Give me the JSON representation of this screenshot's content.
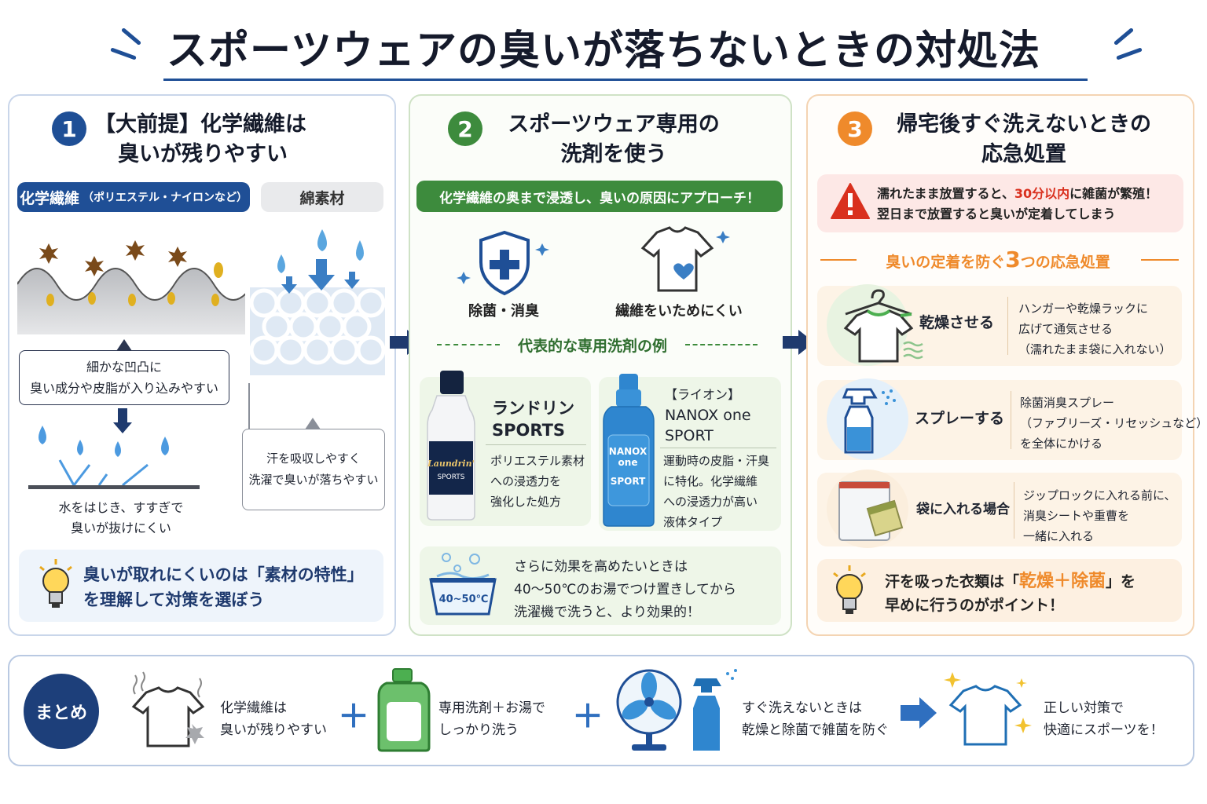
{
  "title": "スポーツウェアの臭いが落ちないときの対処法",
  "colors": {
    "blue": "#1f4f96",
    "green": "#3d8b3d",
    "orange": "#ef8a2b",
    "red": "#d9301e"
  },
  "panel1": {
    "num": "1",
    "title_line1": "【大前提】化学繊維は",
    "title_line2": "臭いが残りやすい",
    "tag_left_main": "化学繊維",
    "tag_left_sub": "（ポリエステル・ナイロンなど）",
    "tag_right": "綿素材",
    "bubble_left_line1": "細かな凹凸に",
    "bubble_left_line2": "臭い成分や皮脂が入り込みやすい",
    "caption_left_line1": "水をはじき、すすぎで",
    "caption_left_line2": "臭いが抜けにくい",
    "bubble_right_line1": "汗を吸収しやすく",
    "bubble_right_line2": "洗濯で臭いが落ちやすい",
    "tip_line1_a": "臭いが取れにくいのは「",
    "tip_line1_b": "素材の特性",
    "tip_line1_c": "」",
    "tip_line2": "を理解して対策を選ぼう",
    "icons": [
      "lightbulb-icon",
      "water-drop-icon",
      "down-arrow-icon"
    ]
  },
  "panel2": {
    "num": "2",
    "title_line1": "スポーツウェア専用の",
    "title_line2": "洗剤を使う",
    "banner": "化学繊維の奥まで浸透し、臭いの原因にアプローチ！",
    "feature1": "除菌・消臭",
    "feature2": "繊維をいためにくい",
    "examples_heading": "代表的な専用洗剤の例",
    "prod1_name_line1": "ランドリン",
    "prod1_name_line2": "SPORTS",
    "prod1_desc_line1": "ポリエステル素材",
    "prod1_desc_line2": "への浸透力を",
    "prod1_desc_line3": "強化した処方",
    "prod1_label_brand": "Laundrin'",
    "prod1_label_sub": "SPORTS",
    "prod2_maker": "【ライオン】",
    "prod2_name_line1": "NANOX one",
    "prod2_name_line2": "SPORT",
    "prod2_desc_line1": "運動時の皮脂・汗臭",
    "prod2_desc_line2": "に特化。化学繊維",
    "prod2_desc_line3": "への浸透力が高い",
    "prod2_desc_line4": "液体タイプ",
    "prod2_label_brand1": "NANOX",
    "prod2_label_brand2": "one",
    "prod2_label_sub": "SPORT",
    "tip_temp": "40~50℃",
    "tip_line1": "さらに効果を高めたいときは",
    "tip_line2": "40〜50℃のお湯でつけ置きしてから",
    "tip_line3": "洗濯機で洗うと、より効果的！",
    "icons": [
      "shield-cross-icon",
      "tshirt-heart-icon",
      "basin-icon"
    ]
  },
  "panel3": {
    "num": "3",
    "title_line1": "帰宅後すぐ洗えないときの",
    "title_line2": "応急処置",
    "warning_line1_a": "濡れたまま放置すると、",
    "warning_line1_b": "30分以内",
    "warning_line1_c": "に雑菌が繁殖！",
    "warning_line2": "翌日まで放置すると臭いが定着してしまう",
    "subheading_a": "臭いの定着を防ぐ",
    "subheading_b": "3",
    "subheading_c": "つの応急処置",
    "steps": [
      {
        "label": "乾燥させる",
        "desc_line1": "ハンガーや乾燥ラックに",
        "desc_line2": "広げて通気させる",
        "desc_line3": "（濡れたまま袋に入れない）"
      },
      {
        "label": "スプレーする",
        "desc_line1": "除菌消臭スプレー",
        "desc_line2": "（ファブリーズ・リセッシュなど）",
        "desc_line3": "を全体にかける"
      },
      {
        "label": "袋に入れる場合",
        "desc_line1": "ジップロックに入れる前に、",
        "desc_line2": "消臭シートや重曹を",
        "desc_line3": "一緒に入れる"
      }
    ],
    "tip_line1_a": "汗を吸った衣類は「",
    "tip_line1_b": "乾燥＋除菌",
    "tip_line1_c": "」を",
    "tip_line2": "早めに行うのがポイント！",
    "icons": [
      "warning-icon",
      "hanger-shirt-icon",
      "spray-bottle-icon",
      "zip-bag-icon",
      "lightbulb-icon"
    ]
  },
  "summary": {
    "badge": "まとめ",
    "item1_line1": "化学繊維は",
    "item1_line2": "臭いが残りやすい",
    "item2_line1": "専用洗剤＋お湯で",
    "item2_line2": "しっかり洗う",
    "item3_line1": "すぐ洗えないときは",
    "item3_line2": "乾燥と除菌で雑菌を防ぐ",
    "item4_line1": "正しい対策で",
    "item4_line2": "快適にスポーツを！",
    "plus": "＋",
    "icons": [
      "smelly-shirt-icon",
      "detergent-bottle-icon",
      "fan-icon",
      "spray-icon",
      "arrow-right-icon",
      "clean-shirt-icon"
    ]
  }
}
